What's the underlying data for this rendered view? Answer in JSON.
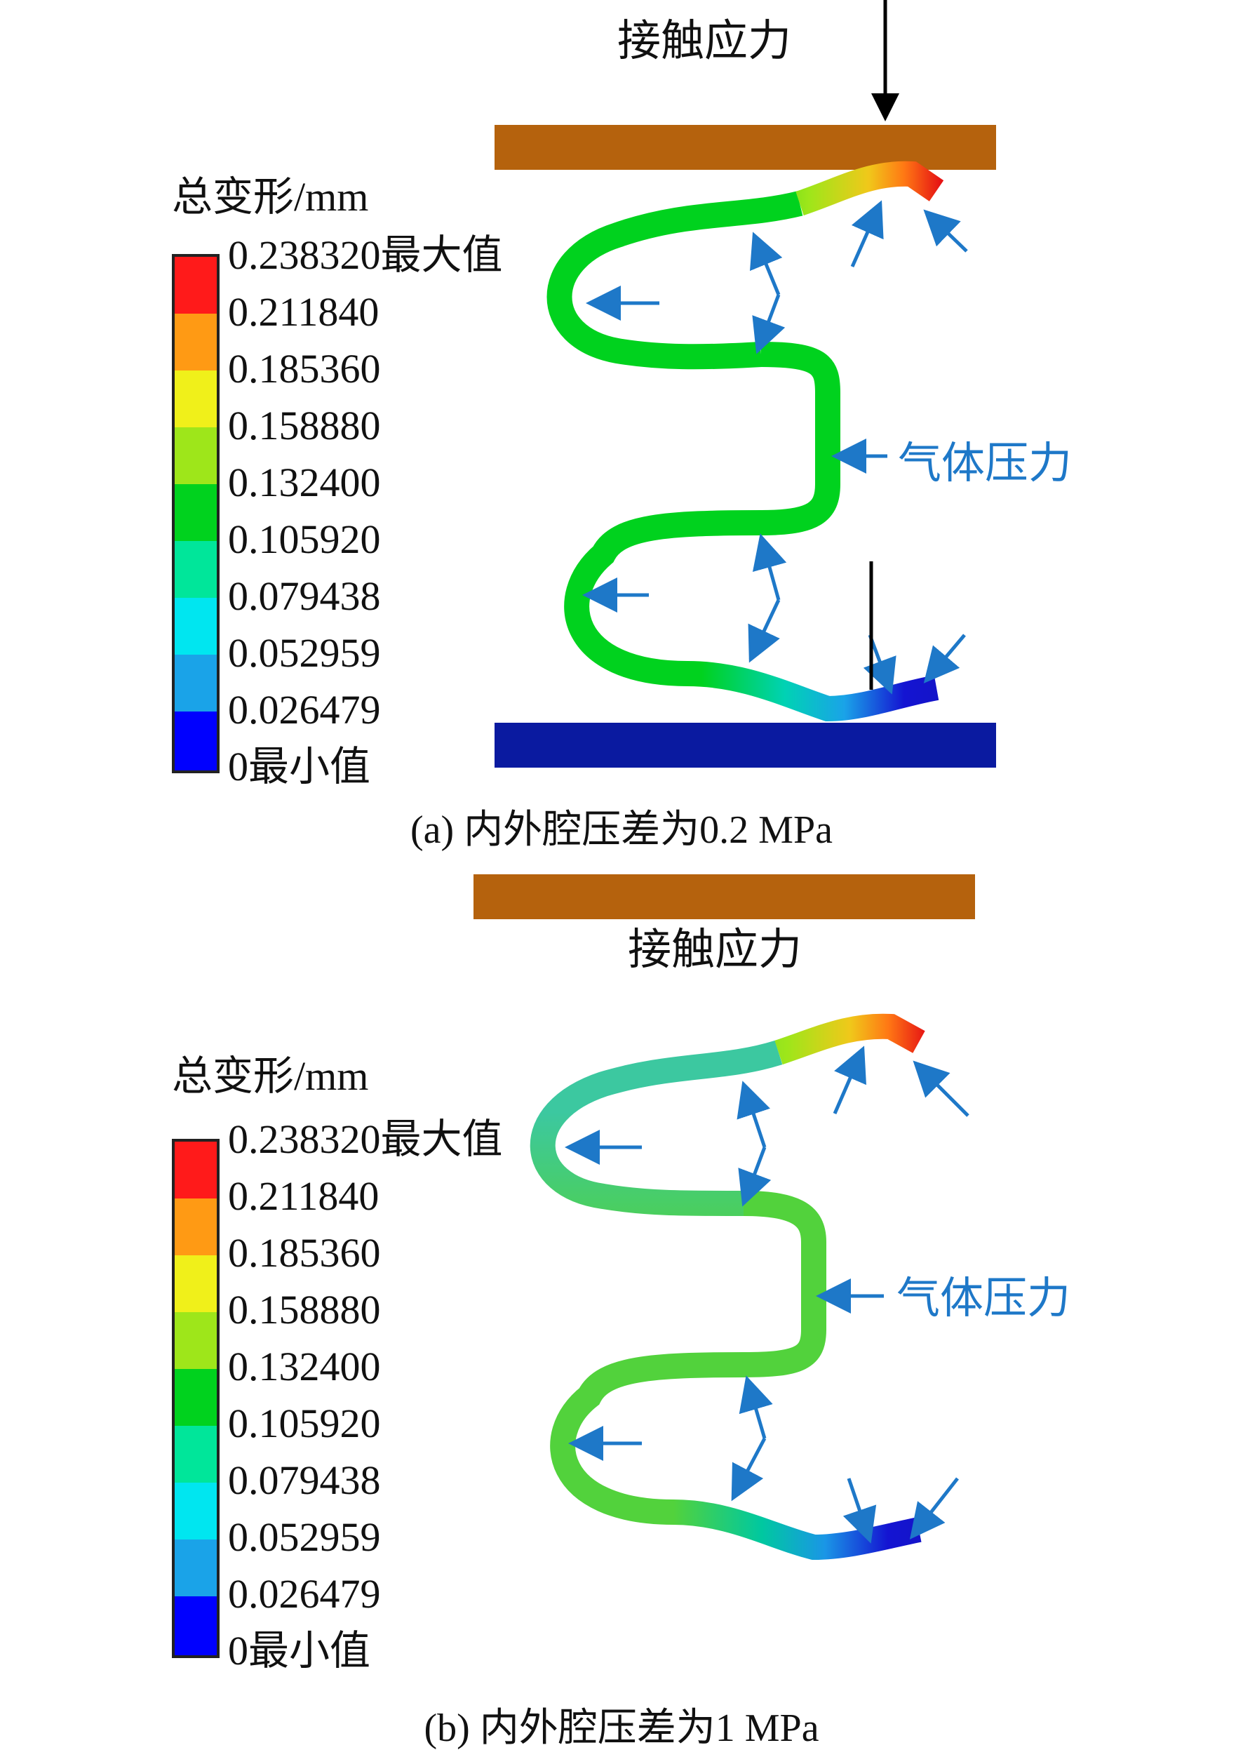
{
  "colorscale": [
    "#0000ff",
    "#1aa3e8",
    "#00e6f0",
    "#00e69a",
    "#00d21e",
    "#9ee61a",
    "#f0f01a",
    "#ff9a14",
    "#ff1a1a"
  ],
  "colors": {
    "top_plate": "#b5620d",
    "bottom_plate": "#0a1aa0",
    "arrow_blue": "#1e78c8",
    "arrow_black": "#000000"
  },
  "panels": [
    {
      "contact_label": "接触应力",
      "legend_title": "总变形/mm",
      "ticks": [
        "0.238320最大值",
        "0.211840",
        "0.185360",
        "0.158880",
        "0.132400",
        "0.105920",
        "0.079438",
        "0.052959",
        "0.026479",
        "0最小值"
      ],
      "gas_label": "气体压力",
      "caption": "(a) 内外腔压差为0.2 MPa"
    },
    {
      "contact_label": "接触应力",
      "legend_title": "总变形/mm",
      "ticks": [
        "0.238320最大值",
        "0.211840",
        "0.185360",
        "0.158880",
        "0.132400",
        "0.105920",
        "0.079438",
        "0.052959",
        "0.026479",
        "0最小值"
      ],
      "gas_label": "气体压力",
      "caption": "(b) 内外腔压差为1 MPa"
    }
  ]
}
